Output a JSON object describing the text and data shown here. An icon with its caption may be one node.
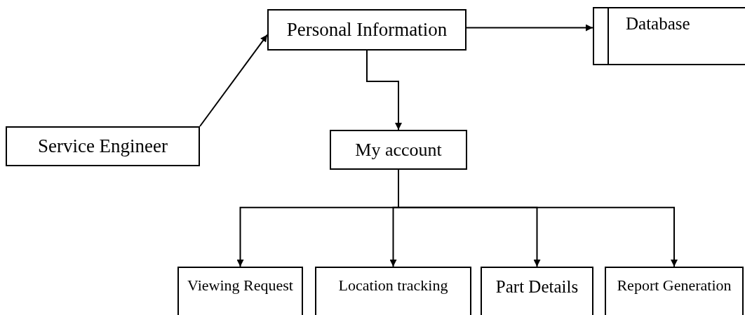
{
  "diagram": {
    "nodes": [
      {
        "text": [
          "Service Engineer"
        ]
      },
      {
        "text": [
          "Personal Information"
        ]
      },
      {
        "text": [
          "Database"
        ]
      },
      {
        "text": [
          "My account"
        ]
      },
      {
        "text": [
          "Viewing Request"
        ]
      },
      {
        "text": [
          "Location tracking"
        ]
      },
      {
        "text": [
          "Part Details"
        ]
      },
      {
        "text": [
          "Report Generation"
        ]
      }
    ],
    "edges": [
      {
        "from": 0,
        "to": 1,
        "arrow": "to"
      },
      {
        "from": 1,
        "to": 2,
        "arrow": "to"
      },
      {
        "from": 1,
        "to": 3,
        "arrow": "to"
      },
      {
        "from": 3,
        "to": 4,
        "arrow": "to"
      },
      {
        "from": 3,
        "to": 5,
        "arrow": "to"
      },
      {
        "from": 3,
        "to": 6,
        "arrow": "to"
      },
      {
        "from": 3,
        "to": 7,
        "arrow": "to"
      }
    ]
  }
}
